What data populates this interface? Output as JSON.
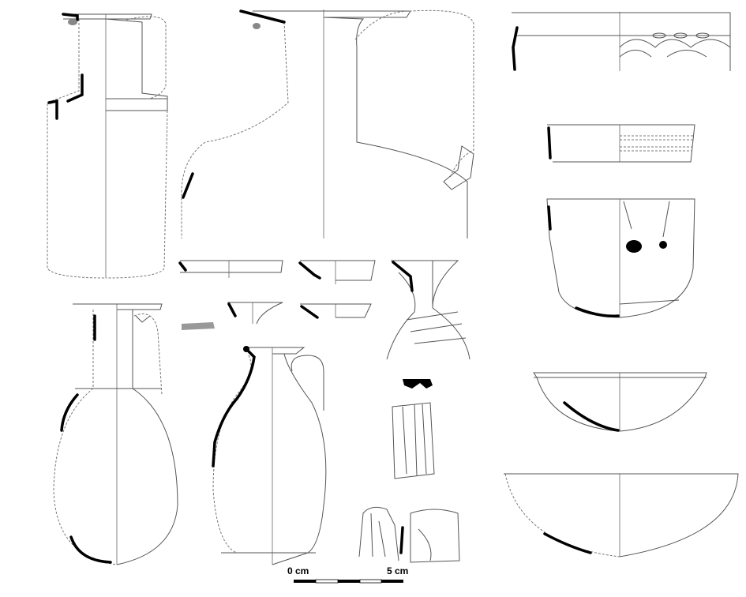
{
  "scale_bar": {
    "start_label": "0 cm",
    "end_label": "5 cm",
    "segments": 5,
    "length_cm": 5
  }
}
